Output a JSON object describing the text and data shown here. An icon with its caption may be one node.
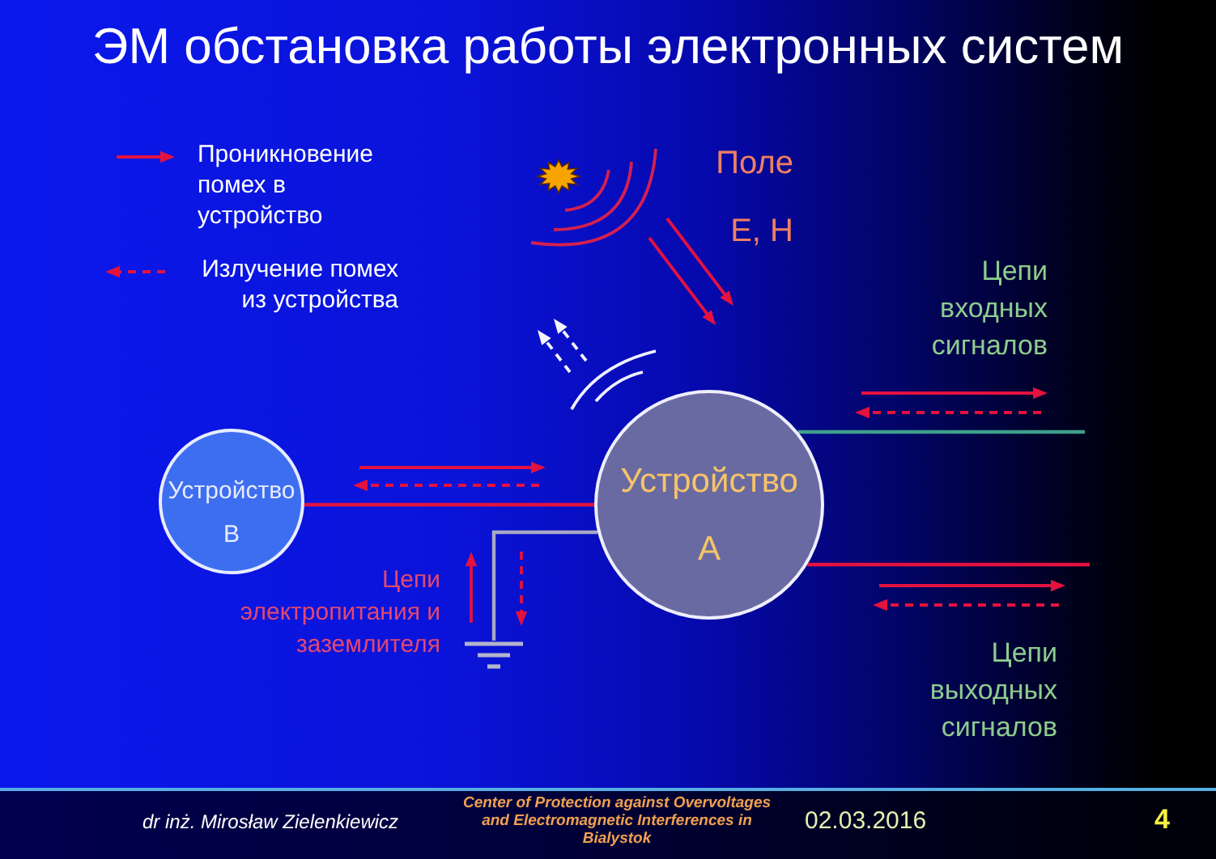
{
  "diagram": {
    "title": "ЭМ обстановка работы электронных систем",
    "nodes": [
      {
        "text": [
          "Устройство В"
        ]
      },
      {
        "text": [
          "Устройство А"
        ]
      },
      {
        "text": [],
        "shape": "ground"
      }
    ],
    "edges": [
      {
        "from": 0,
        "to": 1,
        "arrow": "none"
      },
      {
        "from": 1,
        "to": 2,
        "arrow": "none",
        "color": "#a9a9c4"
      },
      {
        "from": 1,
        "to": null,
        "arrow": "none",
        "color": "#3f9f8c"
      },
      {
        "from": 1,
        "to": null,
        "arrow": "none"
      }
    ],
    "labels": [
      "Поле E, H",
      "Цепи входных сигналов",
      "Цепи электропитания и заземлителя",
      "Цепи выходных сигналов",
      "dr inż. Mirosław Zielenkiewicz",
      "Center of Protection against Overvoltages and Electromagnetic Interferences in Bialystok",
      "02.03.2016",
      "4"
    ],
    "legend": [
      {
        "text": "Проникновение помех в устройство"
      },
      {
        "text": "Излучение помех из устройства"
      }
    ]
  }
}
